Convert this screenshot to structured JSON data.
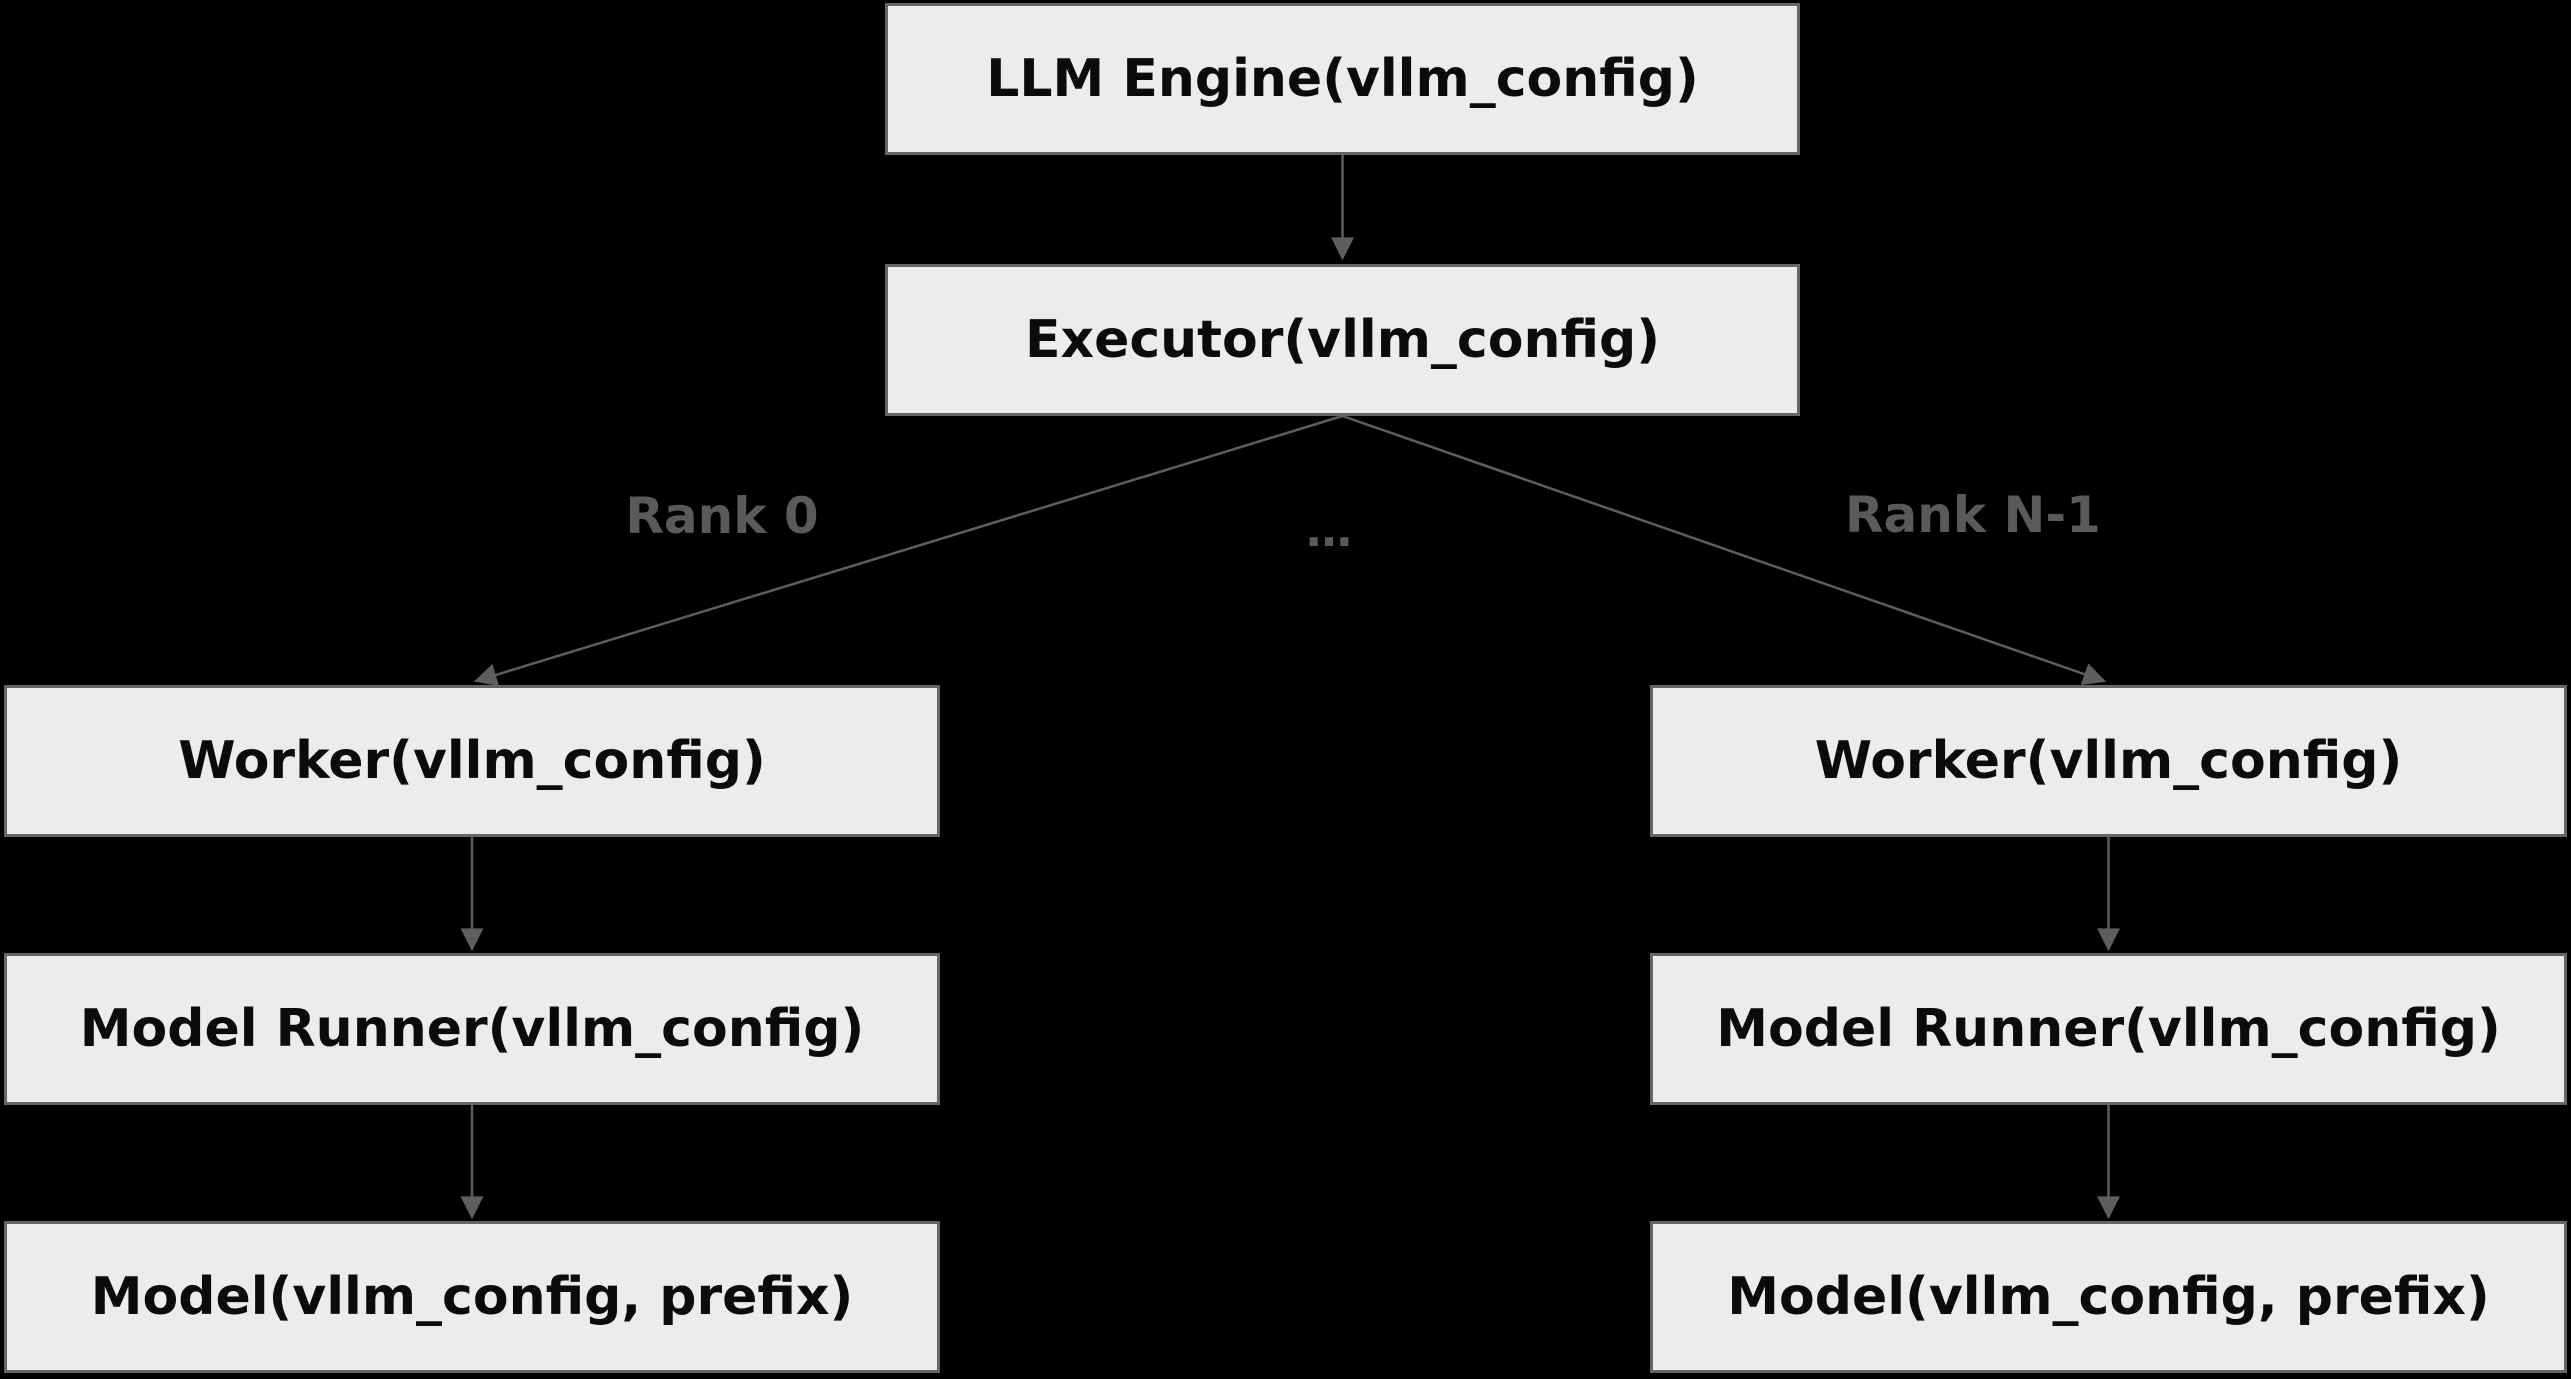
{
  "diagram": {
    "title": "vLLM engine-executor-worker architecture",
    "nodes": {
      "llm_engine": {
        "label": "LLM Engine(vllm_config)"
      },
      "executor": {
        "label": "Executor(vllm_config)"
      },
      "worker_left": {
        "label": "Worker(vllm_config)"
      },
      "model_runner_left": {
        "label": "Model Runner(vllm_config)"
      },
      "model_left": {
        "label": "Model(vllm_config, prefix)"
      },
      "worker_right": {
        "label": "Worker(vllm_config)"
      },
      "model_runner_right": {
        "label": "Model Runner(vllm_config)"
      },
      "model_right": {
        "label": "Model(vllm_config, prefix)"
      }
    },
    "edge_labels": {
      "rank_0": "Rank 0",
      "ellipsis": "…",
      "rank_n_minus_1": "Rank N-1"
    },
    "colors": {
      "background": "#000000",
      "node_fill": "#ececec",
      "node_border": "#666666",
      "node_text": "#0b0b0b",
      "edge": "#5e5e5e",
      "edge_label_text": "#5a5a5a"
    }
  }
}
